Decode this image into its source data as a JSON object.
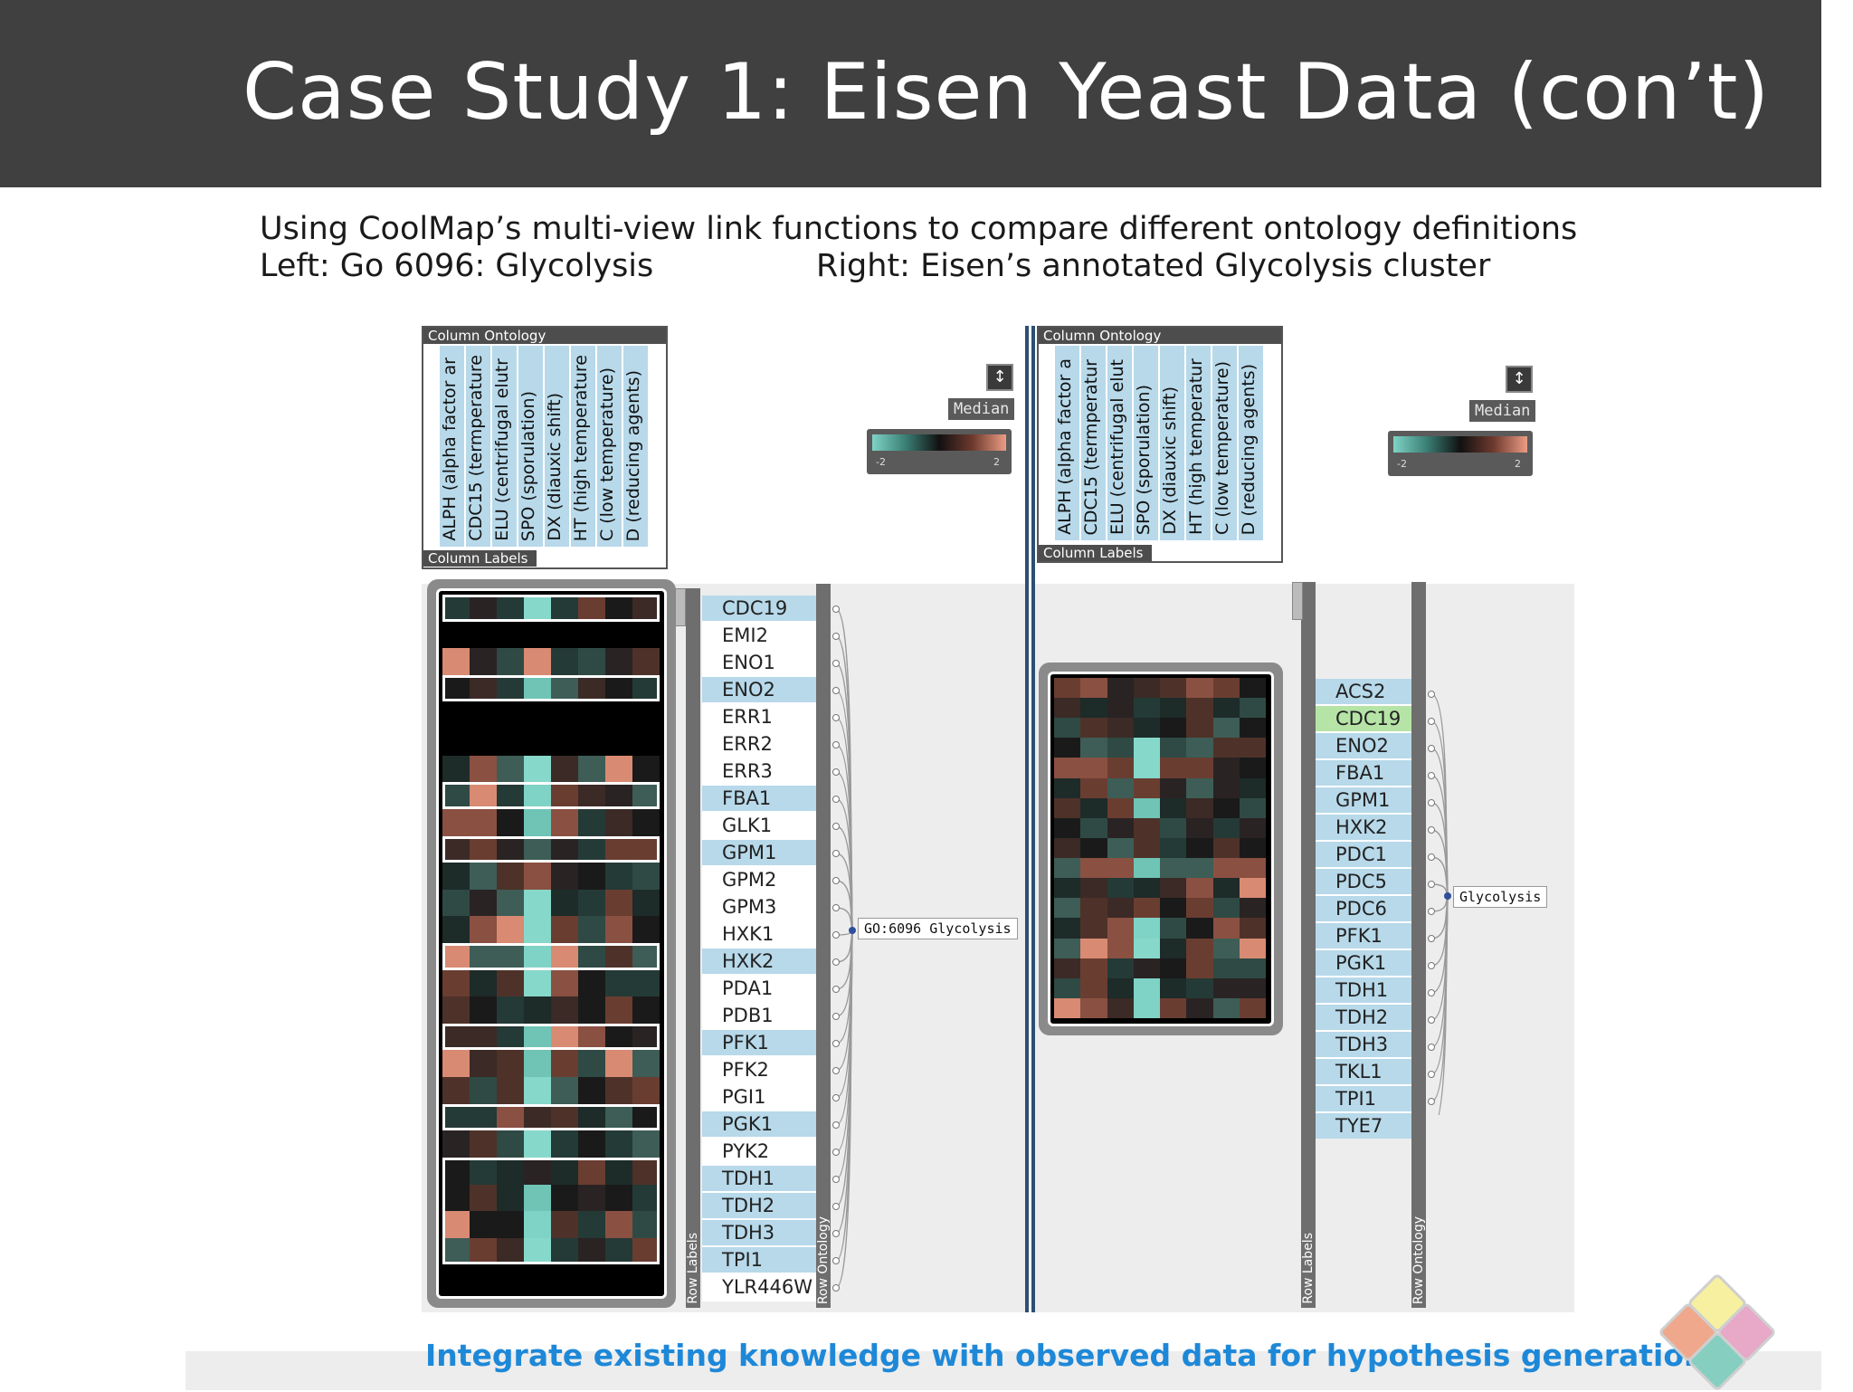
{
  "slide": {
    "title": "Case Study 1: Eisen Yeast Data (con’t)",
    "subtitle_line1": "Using CoolMap’s multi-view link functions to compare different ontology definitions",
    "subtitle_left": "Left: Go 6096: Glycolysis",
    "subtitle_right": "Right: Eisen’s annotated Glycolysis cluster",
    "footer": "Integrate existing knowledge with observed data for hypothesis generation"
  },
  "left_view": {
    "column_ontology_label": "Column Ontology",
    "column_labels_label": "Column Labels",
    "columns": [
      "ALPH (alpha factor ar",
      "CDC15 (termperature",
      "ELU (centrifugal elutr",
      "SPO (sporulation)",
      "DX (diauxic shift)",
      "HT (high temperature",
      "C (low temperature)",
      "D (reducing agents)"
    ],
    "median_label": "Median",
    "legend_min": "-2",
    "legend_max": "2",
    "row_labels_label": "Row Labels",
    "row_ontology_label": "Row Ontology",
    "ontology_node": "GO:6096 Glycolysis",
    "genes": [
      "CDC19",
      "EMI2",
      "ENO1",
      "ENO2",
      "ERR1",
      "ERR2",
      "ERR3",
      "FBA1",
      "GLK1",
      "GPM1",
      "GPM2",
      "GPM3",
      "HXK1",
      "HXK2",
      "PDA1",
      "PDB1",
      "PFK1",
      "PFK2",
      "PGI1",
      "PGK1",
      "PYK2",
      "TDH1",
      "TDH2",
      "TDH3",
      "TPI1",
      "YLR446W"
    ],
    "highlighted": [
      0,
      3,
      7,
      9,
      13,
      16,
      19,
      21,
      22,
      23,
      24
    ]
  },
  "right_view": {
    "column_ontology_label": "Column Ontology",
    "column_labels_label": "Column Labels",
    "columns": [
      "ALPH (alpha factor a",
      "CDC15 (termperatur",
      "ELU (centrifugal elut",
      "SPO (sporulation)",
      "DX (diauxic shift)",
      "HT (high temperatur",
      "C (low temperature)",
      "D (reducing agents)"
    ],
    "median_label": "Median",
    "legend_min": "-2",
    "legend_max": "2",
    "row_labels_label": "Row Labels",
    "row_ontology_label": "Row Ontology",
    "ontology_node": "Glycolysis",
    "genes": [
      "ACS2",
      "CDC19",
      "ENO2",
      "FBA1",
      "GPM1",
      "HXK2",
      "PDC1",
      "PDC5",
      "PDC6",
      "PFK1",
      "PGK1",
      "TDH1",
      "TDH2",
      "TDH3",
      "TKL1",
      "TPI1",
      "TYE7"
    ],
    "selected": 1
  },
  "icons": {
    "logo": "four-diamond-logo-icon",
    "tool": "resize-icon"
  }
}
